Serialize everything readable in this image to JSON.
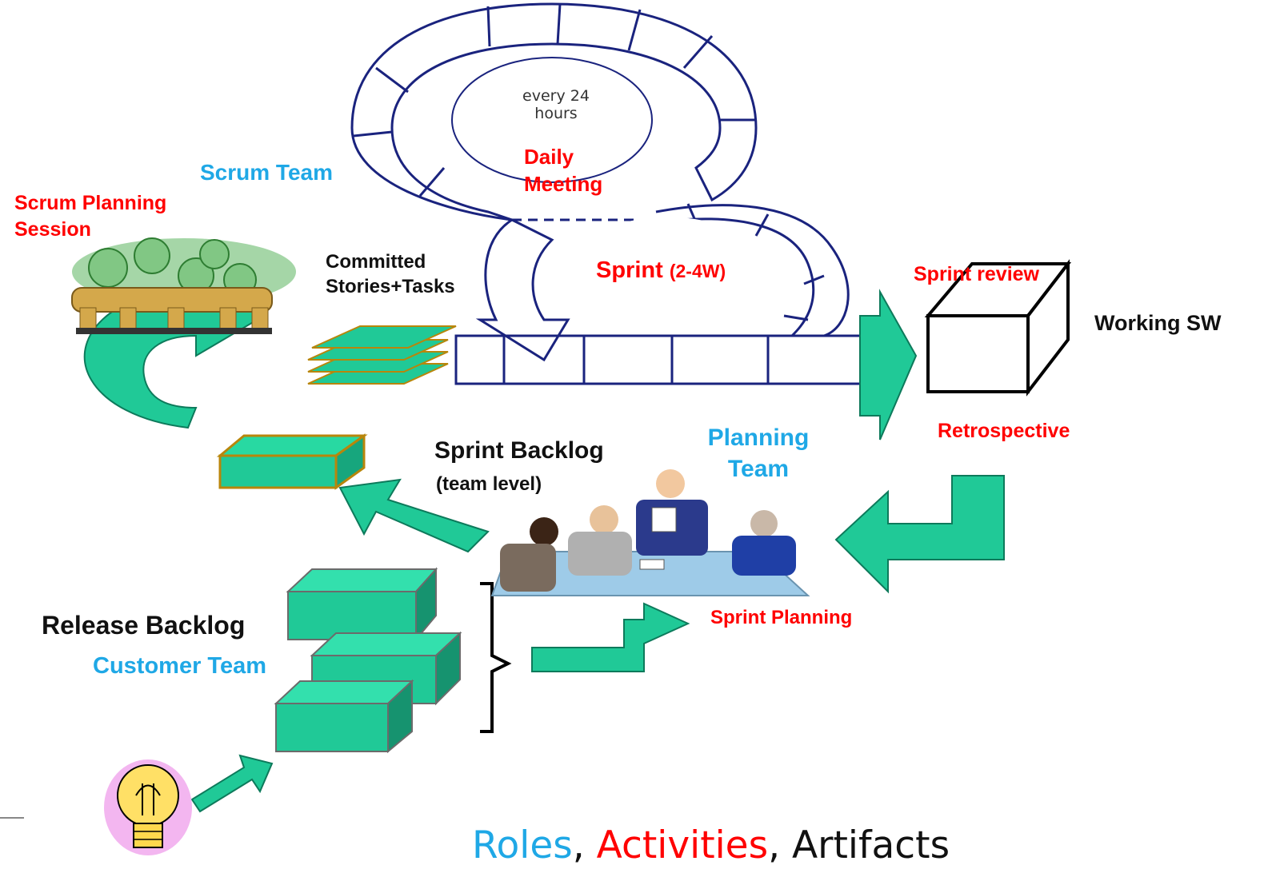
{
  "labels": {
    "every_24_hours": "every 24 hours",
    "daily_meeting": "Daily Meeting",
    "scrum_team": "Scrum Team",
    "scrum_planning_session": "Scrum Planning Session",
    "committed_stories": "Committed Stories+Tasks",
    "sprint": "Sprint",
    "sprint_duration": "(2-4W)",
    "sprint_review": "Sprint review",
    "working_sw": "Working SW",
    "retrospective": "Retrospective",
    "planning_team": "Planning Team",
    "sprint_backlog": "Sprint Backlog",
    "sprint_backlog_sub": "(team level)",
    "release_backlog": "Release Backlog",
    "customer_team": "Customer Team",
    "sprint_planning": "Sprint Planning"
  },
  "legend": {
    "roles": "Roles",
    "activities": "Activities",
    "artifacts": "Artifacts",
    "separator": ","
  },
  "colors": {
    "activity": "#ff0000",
    "role": "#1fa8e6",
    "artifact": "#111111",
    "arrow_fill": "#20c997",
    "cycle_stroke": "#1a237e"
  }
}
